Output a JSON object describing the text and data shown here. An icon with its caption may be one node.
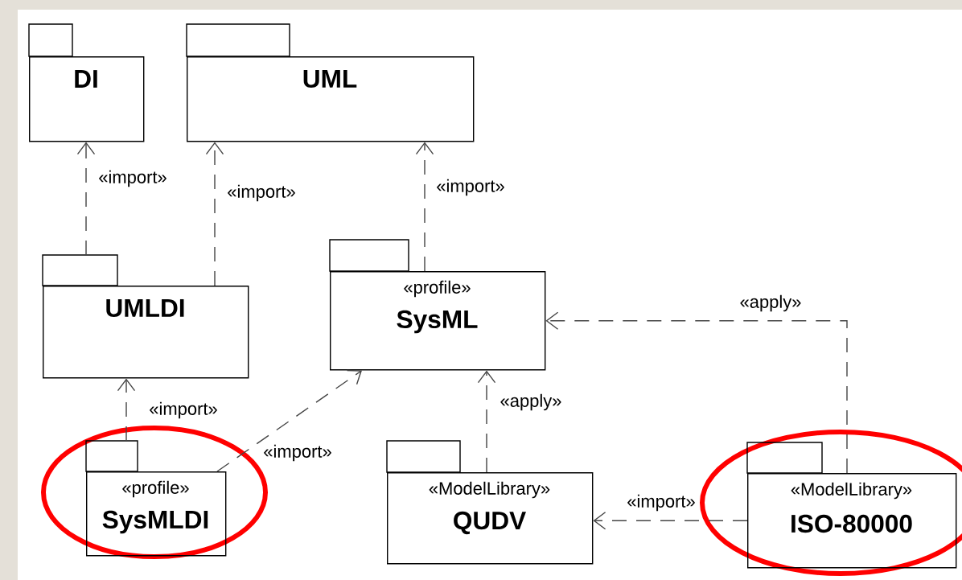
{
  "diagram": {
    "nodes": [
      {
        "text": [
          "DI"
        ]
      },
      {
        "text": [
          "UML"
        ]
      },
      {
        "text": [
          "UMLDI"
        ]
      },
      {
        "text": [
          "«profile»",
          "SysML"
        ]
      },
      {
        "text": [
          "«profile»",
          "SysMLDI"
        ]
      },
      {
        "text": [
          "«ModelLibrary»",
          "QUDV"
        ]
      },
      {
        "text": [
          "«ModelLibrary»",
          "ISO-80000"
        ]
      }
    ],
    "edges": [
      {
        "from": 2,
        "to": 0,
        "arrow": "to",
        "style": "dashed",
        "label": "«import»"
      },
      {
        "from": 2,
        "to": 1,
        "arrow": "to",
        "style": "dashed",
        "label": "«import»"
      },
      {
        "from": 3,
        "to": 1,
        "arrow": "to",
        "style": "dashed",
        "label": "«import»"
      },
      {
        "from": 4,
        "to": 2,
        "arrow": "to",
        "style": "dashed",
        "label": "«import»"
      },
      {
        "from": 4,
        "to": 3,
        "arrow": "to",
        "style": "dashed",
        "label": "«import»"
      },
      {
        "from": 5,
        "to": 3,
        "arrow": "to",
        "style": "dashed",
        "label": "«apply»"
      },
      {
        "from": 6,
        "to": 3,
        "arrow": "to",
        "style": "dashed",
        "label": "«apply»"
      },
      {
        "from": 6,
        "to": 5,
        "arrow": "to",
        "style": "dashed",
        "label": "«import»"
      }
    ]
  }
}
